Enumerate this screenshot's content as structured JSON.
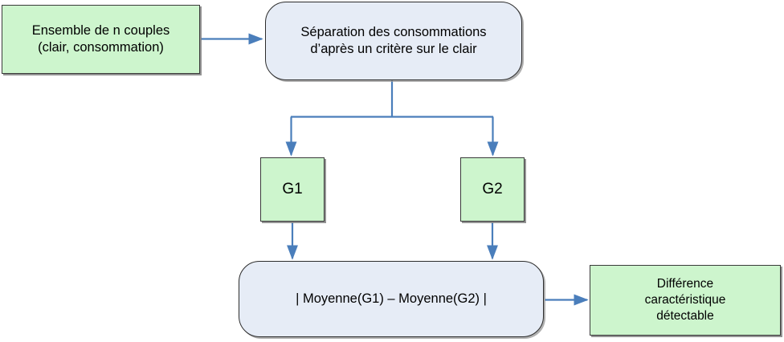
{
  "diagram": {
    "title": "Separation des consommations flowchart",
    "colors": {
      "green_fill": "#cdf5cd",
      "blue_fill": "#e6ecf6",
      "node_border": "#333333",
      "arrow": "#4a7ebb",
      "text": "#000000",
      "background": "#ffffff"
    },
    "nodes": [
      {
        "id": "source",
        "shape": "rectangle",
        "fill": "green",
        "label": "Ensemble de n couples\n(clair, consommation)"
      },
      {
        "id": "separation",
        "shape": "rounded-rectangle",
        "fill": "blue",
        "label": "Séparation des consommations\nd’après un critère sur le clair"
      },
      {
        "id": "g1",
        "shape": "rectangle",
        "fill": "green",
        "label": "G1"
      },
      {
        "id": "g2",
        "shape": "rectangle",
        "fill": "green",
        "label": "G2"
      },
      {
        "id": "formula",
        "shape": "rounded-rectangle",
        "fill": "blue",
        "label": "| Moyenne(G1) – Moyenne(G2) |"
      },
      {
        "id": "difference",
        "shape": "rectangle",
        "fill": "green",
        "label": "Différence\ncaractéristique\ndétectable"
      }
    ],
    "edges": [
      {
        "id": "source-to-separation",
        "from": "source",
        "to": "separation",
        "style": "straight-horizontal",
        "label": ""
      },
      {
        "id": "separation-to-g1",
        "from": "separation",
        "to": "g1",
        "style": "split-down-left",
        "label": ""
      },
      {
        "id": "separation-to-g2",
        "from": "separation",
        "to": "g2",
        "style": "split-down-right",
        "label": ""
      },
      {
        "id": "g1-to-formula",
        "from": "g1",
        "to": "formula",
        "style": "straight-vertical",
        "label": ""
      },
      {
        "id": "g2-to-formula",
        "from": "g2",
        "to": "formula",
        "style": "straight-vertical",
        "label": ""
      },
      {
        "id": "formula-to-difference",
        "from": "formula",
        "to": "difference",
        "style": "straight-horizontal",
        "label": ""
      }
    ]
  }
}
